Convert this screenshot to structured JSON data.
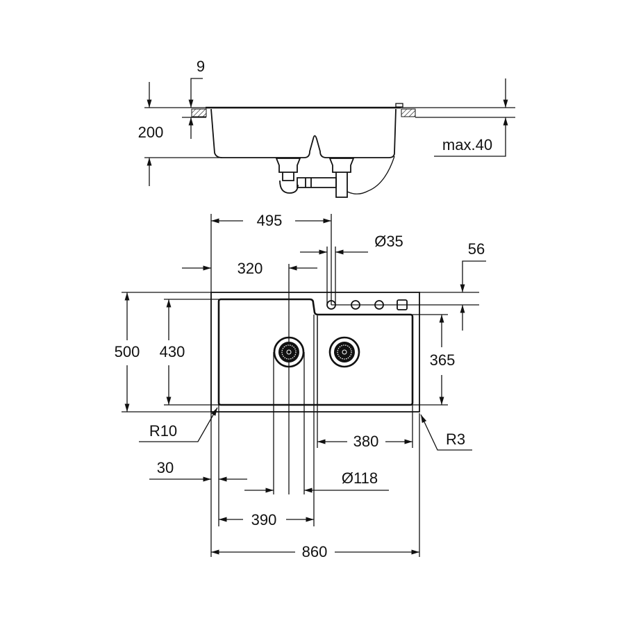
{
  "side_view": {
    "overhang": "9",
    "depth": "200",
    "counter_thickness": "max.40"
  },
  "plan_view": {
    "drain_spacing": "495",
    "tap_hole": "Ø35",
    "tap_offset": "56",
    "left_drain_offset": "320",
    "overall_depth": "500",
    "left_bowl_depth": "430",
    "right_bowl_depth": "365",
    "left_radius": "R10",
    "right_bowl_width": "380",
    "right_radius": "R3",
    "edge_offset": "30",
    "drain_diameter": "Ø118",
    "left_bowl_width": "390",
    "overall_width": "860"
  },
  "colors": {
    "line": "#111111",
    "background": "#ffffff"
  }
}
